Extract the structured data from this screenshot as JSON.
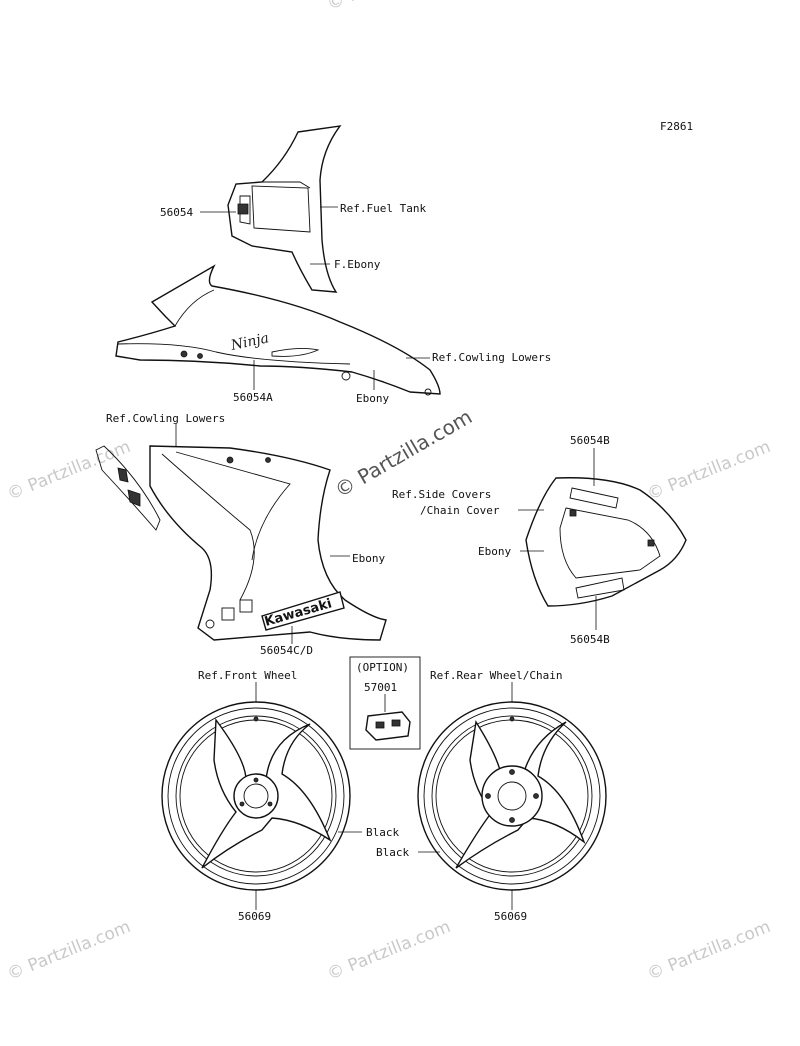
{
  "diagram_code": "F2861",
  "watermark": {
    "center": "© Partzilla.com",
    "tile": "© Partzilla.com"
  },
  "option_box": {
    "header": "(OPTION)",
    "part_no": "57001"
  },
  "labels": {
    "p56054": "56054",
    "ref_fuel_tank": "Ref.Fuel Tank",
    "f_ebony": "F.Ebony",
    "ref_cowling_lowers_1": "Ref.Cowling Lowers",
    "p56054A": "56054A",
    "ebony_1": "Ebony",
    "ref_cowling_lowers_2": "Ref.Cowling Lowers",
    "ebony_2": "Ebony",
    "p56054CD": "56054C/D",
    "p56054B_top": "56054B",
    "ref_side_covers": "Ref.Side Covers",
    "chain_cover": "/Chain Cover",
    "ebony_3": "Ebony",
    "p56054B_bottom": "56054B",
    "ref_front_wheel": "Ref.Front Wheel",
    "ref_rear_wheel": "Ref.Rear Wheel/Chain",
    "black_1": "Black",
    "black_2": "Black",
    "p56069_front": "56069",
    "p56069_rear": "56069"
  },
  "decal_text": {
    "kawasaki": "Kawasaki",
    "ninja": "Ninja"
  }
}
